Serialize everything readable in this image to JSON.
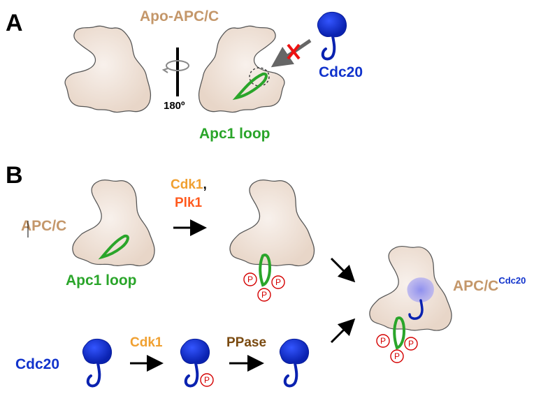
{
  "panels": {
    "a_letter": "A",
    "b_letter": "B"
  },
  "panel_a": {
    "apo_label": "Apo-APC/C",
    "rotation_label": "180º",
    "cdc20_label": "Cdc20",
    "loop_label": "Apc1 loop"
  },
  "panel_b": {
    "apc_label": "APC/C",
    "loop_label": "Apc1 loop",
    "kinase1": "Cdk1",
    "kinase_sep": ",",
    "kinase2": "Plk1",
    "complex_label": "APC/C",
    "complex_sup": "Cdc20",
    "cdc20_label": "Cdc20",
    "cdk1_label": "Cdk1",
    "ppase_label": "PPase",
    "phospho": "P"
  },
  "colors": {
    "apc_fill": "#efe2d8",
    "apc_text": "#c4976a",
    "loop": "#2aa52a",
    "cdc20": "#1133cc",
    "kinase": "#f0a030",
    "plk1": "#ff5a1e",
    "ppase": "#7a4a10",
    "phospho": "#d40000",
    "block_x": "#ee1111"
  }
}
